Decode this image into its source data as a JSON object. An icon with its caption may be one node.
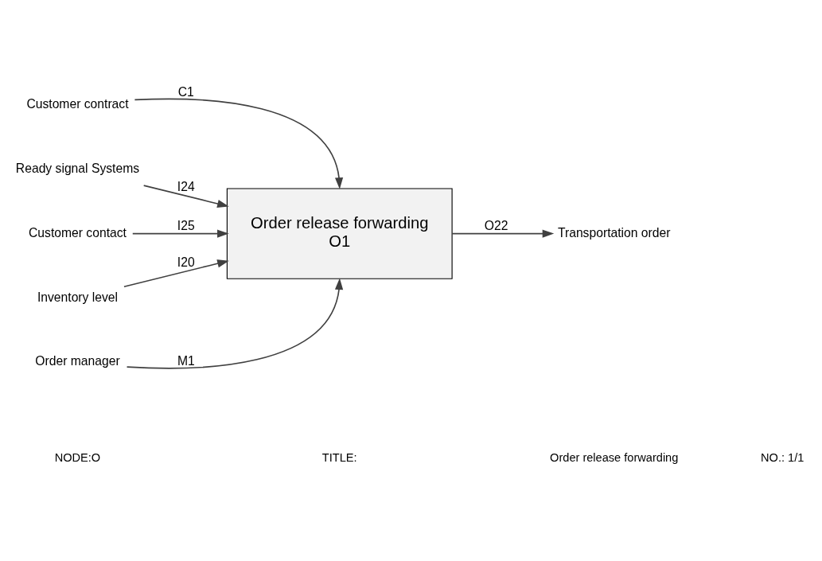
{
  "diagram": {
    "nodes": [
      {
        "text": [
          "Order release forwarding",
          "O1"
        ]
      },
      {
        "text": [
          "Customer contract"
        ]
      },
      {
        "text": [
          "Ready signal Systems"
        ]
      },
      {
        "text": [
          "Customer contact"
        ]
      },
      {
        "text": [
          "Inventory level"
        ]
      },
      {
        "text": [
          "Transportation order"
        ]
      },
      {
        "text": [
          "Order manager"
        ]
      }
    ],
    "edges": [
      {
        "from": 1,
        "to": 0,
        "arrow": "to",
        "label": "C1"
      },
      {
        "from": 2,
        "to": 0,
        "arrow": "to",
        "label": "I24"
      },
      {
        "from": 3,
        "to": 0,
        "arrow": "to",
        "label": "I25"
      },
      {
        "from": 4,
        "to": 0,
        "arrow": "to",
        "label": "I20"
      },
      {
        "from": 0,
        "to": 5,
        "arrow": "to",
        "label": "O22"
      },
      {
        "from": 6,
        "to": 0,
        "arrow": "to",
        "label": "M1"
      }
    ],
    "labels": [
      "NODE:O",
      "TITLE:",
      "Order release forwarding",
      "NO.: 1/1"
    ]
  }
}
